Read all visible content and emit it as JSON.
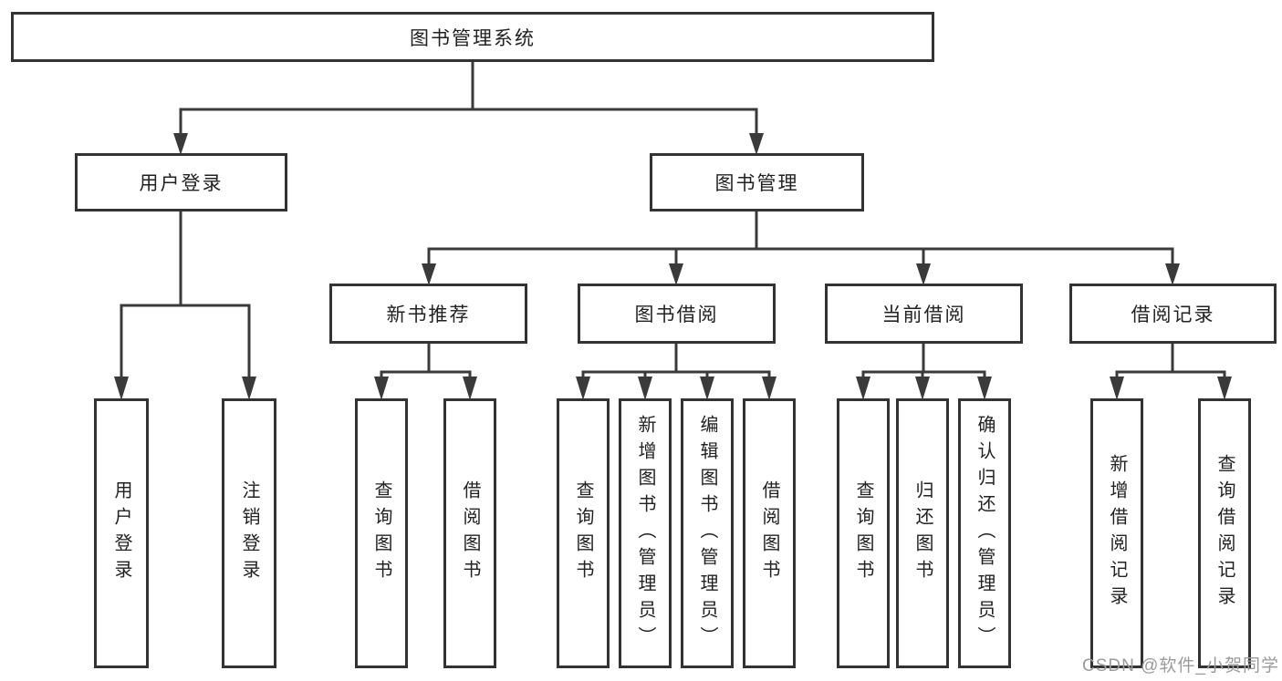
{
  "diagram": {
    "type": "hierarchy-tree",
    "root": "图书管理系统",
    "branches": [
      {
        "label": "用户登录",
        "children": [
          {
            "label": "用户登录"
          },
          {
            "label": "注销登录"
          }
        ]
      },
      {
        "label": "图书管理",
        "children": [
          {
            "label": "新书推荐",
            "children": [
              {
                "label": "查询图书"
              },
              {
                "label": "借阅图书"
              }
            ]
          },
          {
            "label": "图书借阅",
            "children": [
              {
                "label": "查询图书"
              },
              {
                "label": "新增图书（管理员）"
              },
              {
                "label": "编辑图书（管理员）"
              },
              {
                "label": "借阅图书"
              }
            ]
          },
          {
            "label": "当前借阅",
            "children": [
              {
                "label": "查询图书"
              },
              {
                "label": "归还图书"
              },
              {
                "label": "确认归还（管理员）"
              }
            ]
          },
          {
            "label": "借阅记录",
            "children": [
              {
                "label": "新增借阅记录"
              },
              {
                "label": "查询借阅记录"
              }
            ]
          }
        ]
      }
    ],
    "colors": {
      "line": "#3a3a3a",
      "box_border": "#333333",
      "text": "#222222",
      "watermark": "#9b9b9b",
      "background": "#ffffff"
    },
    "watermark": "CSDN @软件_小贺同学"
  }
}
